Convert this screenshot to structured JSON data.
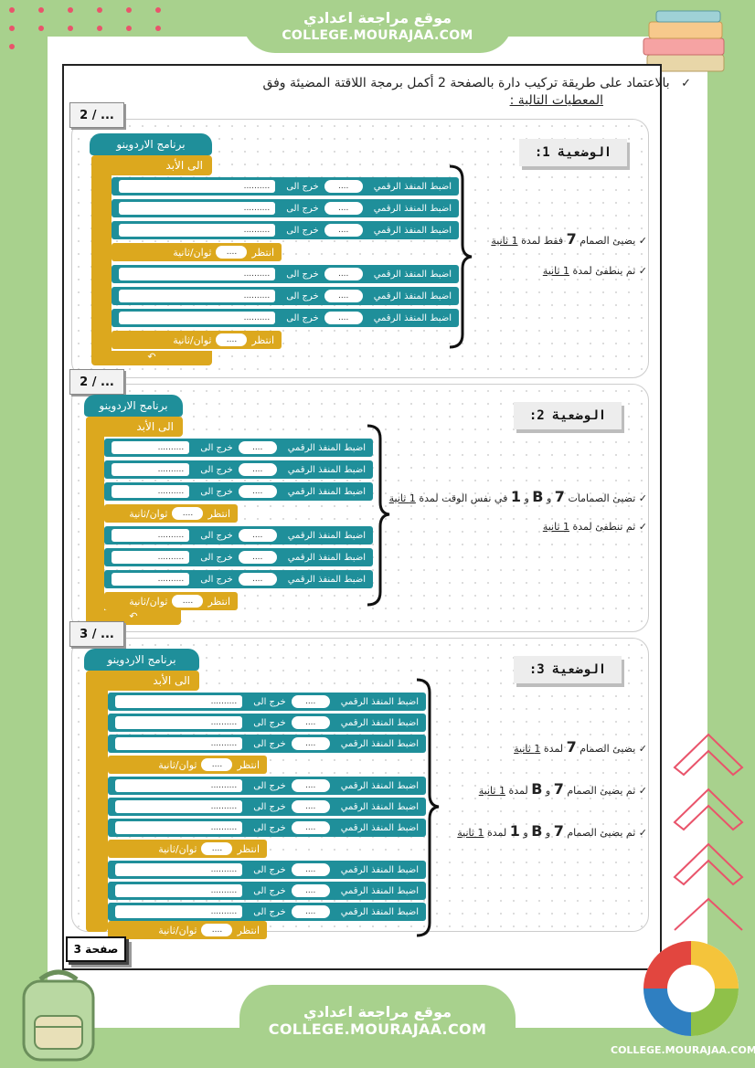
{
  "site": {
    "name_ar": "موقع مراجعة اعدادي",
    "name_en": "COLLEGE.MOURAJAA.COM",
    "logo_text": "COLLEGE.MOURAJAA.COM"
  },
  "intro": {
    "check": "✓",
    "line1": "بالاعتماد على طريقة تركيب دارة بالصفحة 2 أكمل برمجة اللاقتة المضيئة وفق",
    "line2": "المعطيات التالية :"
  },
  "sections": [
    {
      "tag": "2 / ...",
      "title": "الوضعية 1:",
      "program": "برنامج الاردوينو",
      "loop": "الى الأبد",
      "row_label": "اضبط المنفذ الرقمي",
      "out_label": "خرج الى",
      "wait_label": "انتظر",
      "wait_unit": "ثوان/ثانية",
      "oval": "....",
      "select": "..........",
      "statements": [
        {
          "pre": "يضيئ الصمام",
          "num": "7",
          "post": "فقط لمدة",
          "dur": "1 ثانية"
        },
        {
          "pre": "ثم ينطفئ لمدة",
          "num": "",
          "post": "",
          "dur": "1 ثانية"
        }
      ]
    },
    {
      "tag": "2 / ...",
      "title": "الوضعية 2:",
      "program": "برنامج الاردوينو",
      "loop": "الى الأبد",
      "row_label": "اضبط المنفذ الرقمي",
      "out_label": "خرج الى",
      "wait_label": "انتظر",
      "wait_unit": "ثوان/ثانية",
      "oval": "....",
      "select": "..........",
      "statements": [
        {
          "pre": "تضيئ الصمامات",
          "num": "7",
          "mid1": "و",
          "num2": "B",
          "mid2": "و",
          "num3": "1",
          "post": "في نفس الوقت لمدة",
          "dur": "1 ثانية"
        },
        {
          "pre": "ثم تنطفئ لمدة",
          "num": "",
          "post": "",
          "dur": "1 ثانية"
        }
      ]
    },
    {
      "tag": "3 / ...",
      "title": "الوضعية 3:",
      "program": "برنامج الاردوينو",
      "loop": "الى الأبد",
      "row_label": "اضبط المنفذ الرقمي",
      "out_label": "خرج الى",
      "wait_label": "انتظر",
      "wait_unit": "ثوان/ثانية",
      "oval": "....",
      "select": "..........",
      "statements": [
        {
          "pre": "يضيئ الصمام",
          "num": "7",
          "post": "لمدة",
          "dur": "1 ثانية"
        },
        {
          "pre": "ثم يضيئ الصمام",
          "num": "7",
          "mid1": "و",
          "num2": "B",
          "post": "لمدة",
          "dur": "1 ثانية"
        },
        {
          "pre": "ثم يضيئ الصمام",
          "num": "7",
          "mid1": "و",
          "num2": "B",
          "mid2": "و",
          "num3": "1",
          "post": "لمدة",
          "dur": "1 ثانية"
        }
      ]
    }
  ],
  "page_label": "صفحة 3",
  "colors": {
    "background": "#a8d18d",
    "teal_block": "#1f8f9a",
    "gold_block": "#dca81e",
    "accent": "#e9546b"
  }
}
